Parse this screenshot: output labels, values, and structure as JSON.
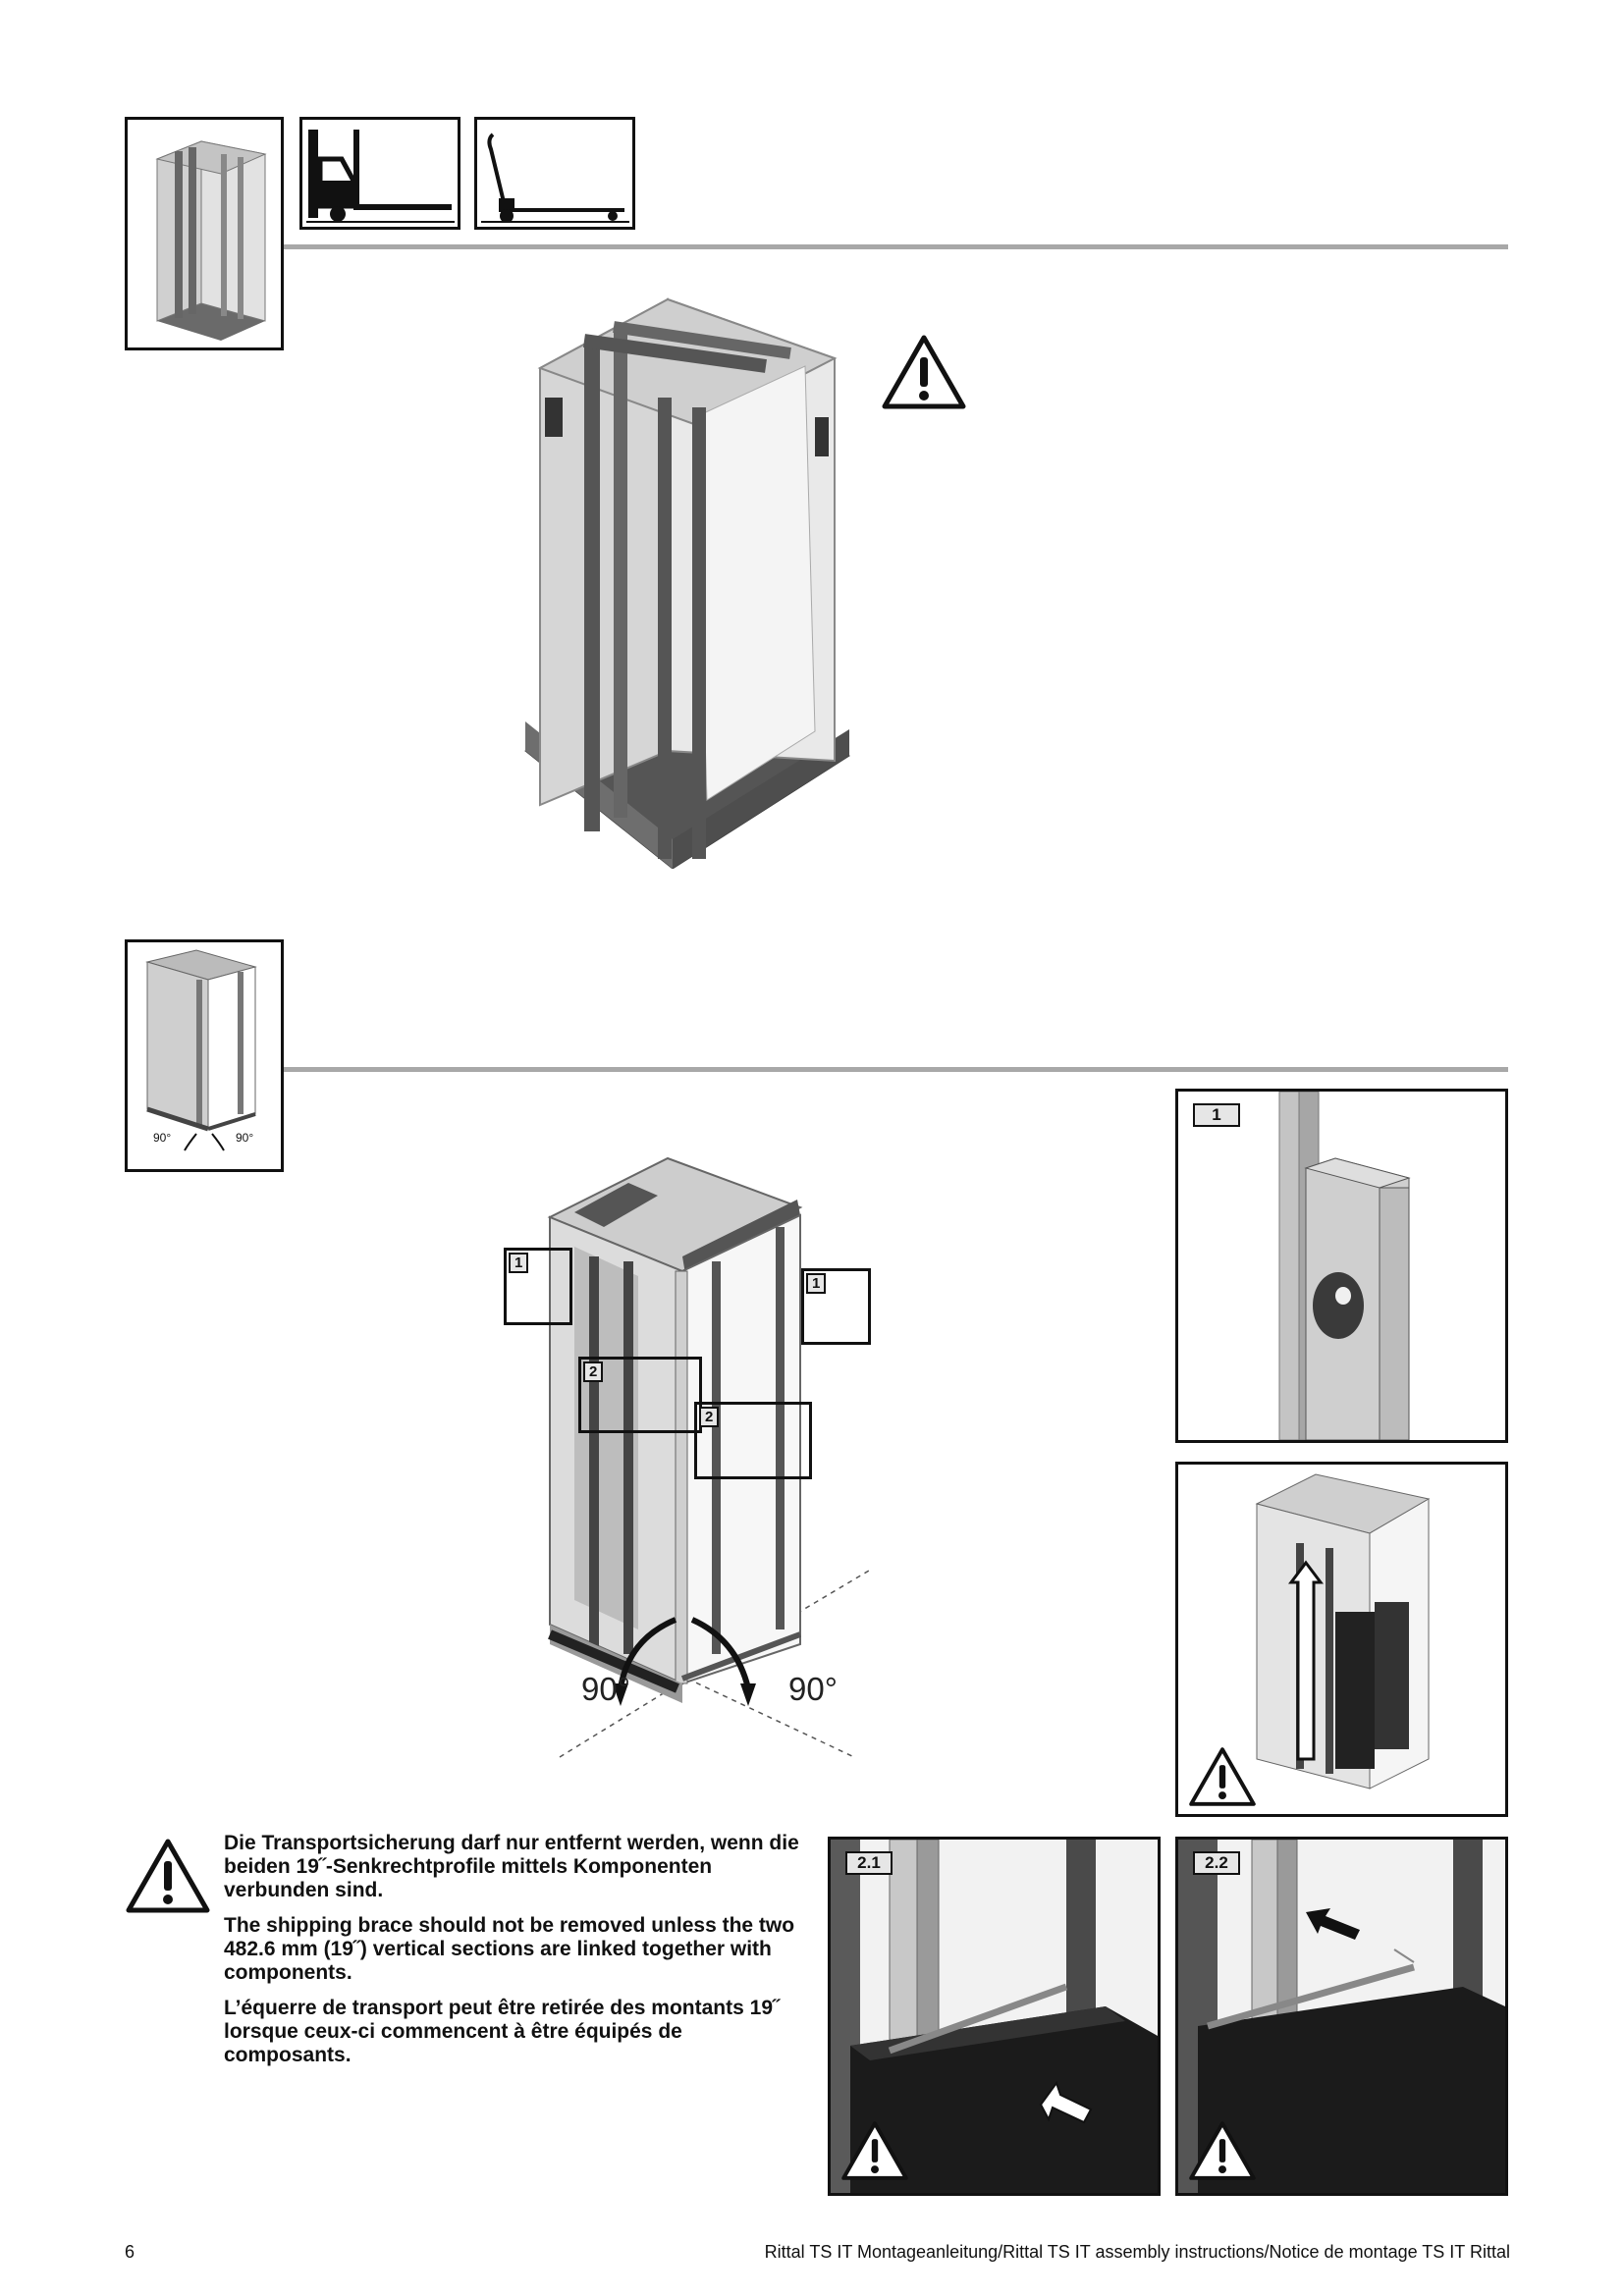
{
  "icons": {
    "warning": "warning-triangle-icon",
    "forklift": "forklift-icon",
    "pallet_jack": "pallet-jack-icon"
  },
  "section2": {
    "overview_angles": [
      "90°",
      "90°"
    ],
    "main_angles": [
      "90°",
      "90°"
    ],
    "callouts": [
      "1",
      "1",
      "2",
      "2"
    ],
    "detail_labels": [
      "1",
      "2.1",
      "2.2"
    ]
  },
  "warning_text": {
    "de": "Die Transportsicherung darf nur entfernt werden, wenn die beiden 19˝-Senkrechtprofile mittels Komponenten verbunden sind.",
    "en": "The shipping brace should not be removed unless the two 482.6 mm (19˝) vertical sections are linked together with components.",
    "fr": "L’équerre de transport peut être retirée des montants 19˝ lorsque ceux-ci commencent à être équipés de composants."
  },
  "footer": {
    "page_number": "6",
    "title": "Rittal TS IT Montageanleitung/Rittal TS IT assembly instructions/Notice de montage TS IT Rittal"
  },
  "colors": {
    "rule": "#a8a8a8",
    "frame": "#111111",
    "label_bg": "#e6e6e6"
  }
}
